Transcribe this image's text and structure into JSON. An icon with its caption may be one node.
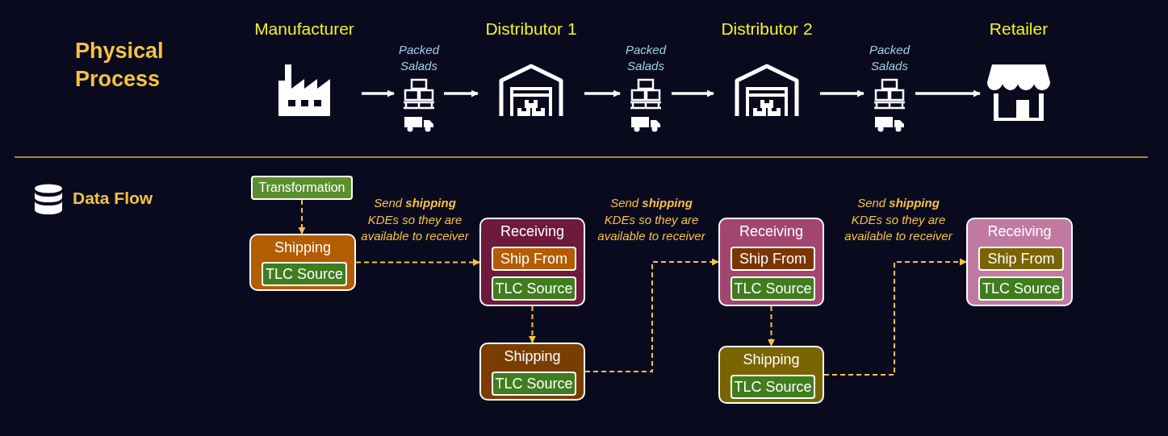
{
  "diagram": {
    "nodes": [
      {
        "text": [
          "Manufacturer"
        ]
      },
      {
        "text": [
          "Packed Salads"
        ]
      },
      {
        "text": [
          "Distributor 1"
        ]
      },
      {
        "text": [
          "Packed Salads"
        ]
      },
      {
        "text": [
          "Distributor 2"
        ]
      },
      {
        "text": [
          "Packed Salads"
        ]
      },
      {
        "text": [
          "Retailer"
        ]
      },
      {
        "text": [
          "Transformation"
        ]
      },
      {
        "text": [
          "Shipping"
        ]
      },
      {
        "text": [
          "TLC Source"
        ],
        "in": 8
      },
      {
        "text": [
          "Receiving"
        ]
      },
      {
        "text": [
          "Ship From"
        ],
        "in": 10
      },
      {
        "text": [
          "TLC Source"
        ],
        "in": 10
      },
      {
        "text": [
          "Shipping"
        ]
      },
      {
        "text": [
          "TLC Source"
        ],
        "in": 13
      },
      {
        "text": [
          "Receiving"
        ]
      },
      {
        "text": [
          "Ship From"
        ],
        "in": 15
      },
      {
        "text": [
          "TLC Source"
        ],
        "in": 15
      },
      {
        "text": [
          "Shipping"
        ]
      },
      {
        "text": [
          "TLC Source"
        ],
        "in": 18
      },
      {
        "text": [
          "Receiving"
        ]
      },
      {
        "text": [
          "Ship From"
        ],
        "in": 20
      },
      {
        "text": [
          "TLC Source"
        ],
        "in": 20
      }
    ],
    "edges": [
      {
        "from": 0,
        "to": 1,
        "arrow": "to"
      },
      {
        "from": 1,
        "to": 2,
        "arrow": "to"
      },
      {
        "from": 2,
        "to": 3,
        "arrow": "to"
      },
      {
        "from": 3,
        "to": 4,
        "arrow": "to"
      },
      {
        "from": 4,
        "to": 5,
        "arrow": "to"
      },
      {
        "from": 5,
        "to": 6,
        "arrow": "to"
      },
      {
        "from": 7,
        "to": 8,
        "arrow": "to",
        "style": "dashed",
        "color": "#f5c242"
      },
      {
        "from": 8,
        "to": 10,
        "arrow": "to",
        "style": "dashed",
        "color": "#f5c242",
        "label": "Send **shipping** KDEs so they are available to receiver"
      },
      {
        "from": 10,
        "to": 13,
        "arrow": "to",
        "style": "dashed",
        "color": "#f5c242"
      },
      {
        "from": 13,
        "to": 15,
        "arrow": "to",
        "style": "dashed",
        "color": "#f5c242",
        "label": "Send **shipping** KDEs so they are available to receiver"
      },
      {
        "from": 15,
        "to": 18,
        "arrow": "to",
        "style": "dashed",
        "color": "#f5c242"
      },
      {
        "from": 18,
        "to": 20,
        "arrow": "to",
        "style": "dashed",
        "color": "#f5c242",
        "label": "Send **shipping** KDEs so they are available to receiver"
      }
    ],
    "labels": [
      "Physical Process",
      "Data Flow"
    ]
  }
}
